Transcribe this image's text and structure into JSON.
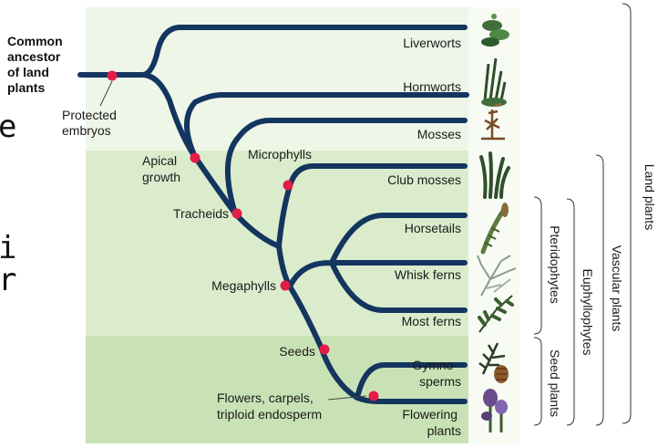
{
  "ancestor": "Common ancestor of land plants",
  "taxa": [
    "Liverworts",
    "Hornworts",
    "Mosses",
    "Club mosses",
    "Horsetails",
    "Whisk ferns",
    "Most ferns",
    "Gymno- sperms",
    "Flowering plants"
  ],
  "traits": [
    "Protected embryos",
    "Apical growth",
    "Tracheids",
    "Microphylls",
    "Megaphylls",
    "Seeds",
    "Flowers, carpels, triploid endosperm"
  ],
  "groups": [
    "Land plants",
    "Vascular plants",
    "Euphyllophytes",
    "Pteridophytes",
    "Seed plants"
  ],
  "side_fragments": [
    "e",
    "i",
    "r"
  ],
  "colors": {
    "branch": "#13355f",
    "node": "#e11d48",
    "panel_light": "#eef6e8",
    "panel_mid": "#dbeccd",
    "panel_dark": "#c9e2b5"
  },
  "icons": [
    "liverwort-icon",
    "hornwort-icon",
    "moss-icon",
    "club-moss-icon",
    "horsetail-icon",
    "whisk-fern-icon",
    "fern-icon",
    "gymnosperm-icon",
    "flowering-plant-icon"
  ]
}
